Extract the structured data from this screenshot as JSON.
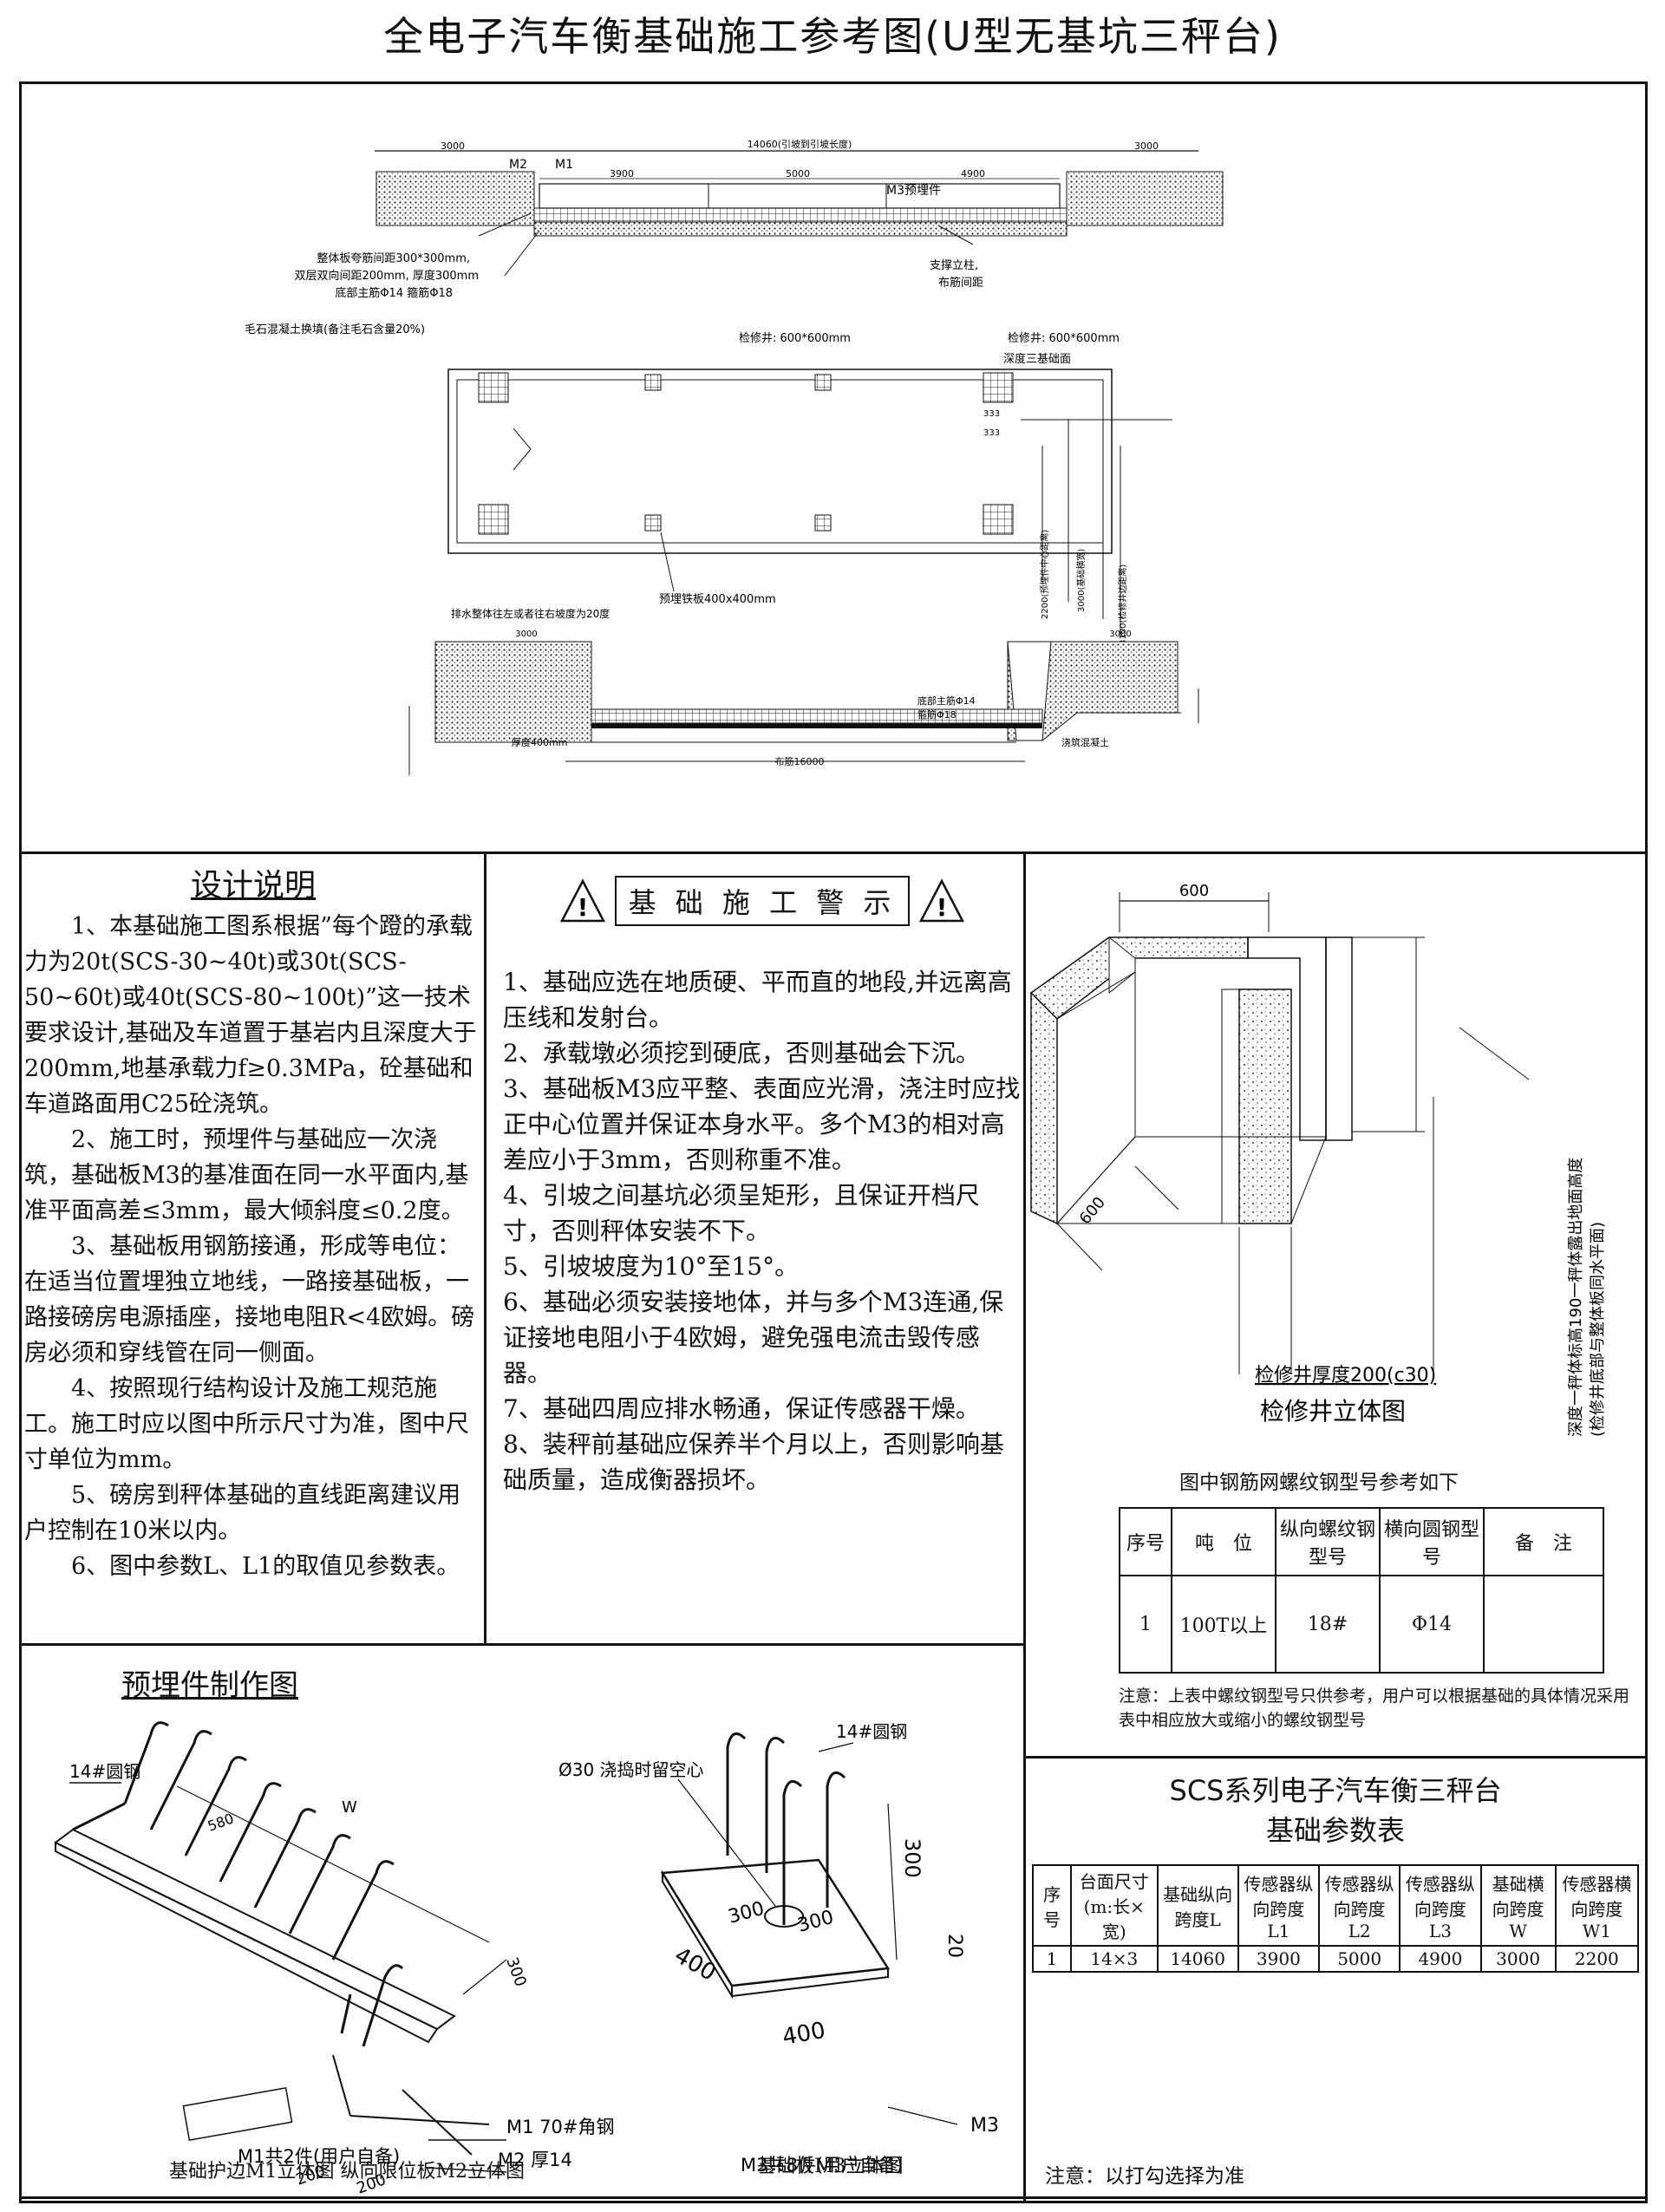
{
  "title": "全电子汽车衡基础施工参考图(U型无基坑三秤台)",
  "top_drawing": {
    "dims": {
      "left": "3000",
      "total": "14060(引坡到引坡长度)",
      "right": "3000",
      "s1": "3900",
      "s2": "5000",
      "s3": "4900"
    },
    "m1": "M1",
    "m2": "M2",
    "m3": "M3预埋件",
    "rebar_note_1": "整体板夸筋间距300*300mm,",
    "rebar_note_2": "双层双向间距200mm, 厚度300mm",
    "rebar_note_3": "底部主筋Φ14 箍筋Φ18",
    "support_note_1": "支撑立柱,",
    "support_note_2": "布筋间距",
    "rubble_note": "毛石混凝土换填(备注毛石含量20%)",
    "inspection_left": "检修井: 600*600mm",
    "inspection_right": "检修井: 600*600mm",
    "depth_note": "深度三基础面",
    "embed_plate": "预埋铁板400x400mm",
    "vert1": "2200(预埋件中心距离)",
    "vert2": "3000(基础横宽)",
    "vert3": "3100(检修井边距离)",
    "small_333a": "333",
    "small_333b": "333",
    "drain_note": "排水整体往左或者往右坡度为20度",
    "left_3000": "3000",
    "right_3000": "3000",
    "bottom_rebar_1": "底部主筋Φ14",
    "bottom_rebar_2": "箍筋Φ18",
    "thickness": "厚度400mm",
    "rebar_16000": "布筋16000",
    "concrete": "浇筑混凝土"
  },
  "design_notes": {
    "heading": "设计说明",
    "paragraphs": [
      "1、本基础施工图系根据”每个蹬的承载力为20t(SCS-30~40t)或30t(SCS-50~60t)或40t(SCS-80~100t)”这一技术要求设计,基础及车道置于基岩内且深度大于200mm,地基承载力f≥0.3MPa，砼基础和车道路面用C25砼浇筑。",
      "2、施工时，预埋件与基础应一次浇筑，基础板M3的基准面在同一水平面内,基准平面高差≤3mm，最大倾斜度≤0.2度。",
      "3、基础板用钢筋接通，形成等电位：在适当位置埋独立地线，一路接基础板，一路接磅房电源插座，接地电阻R<4欧姆。磅房必须和穿线管在同一侧面。",
      "4、按照现行结构设计及施工规范施工。施工时应以图中所示尺寸为准，图中尺寸单位为mm。",
      "5、磅房到秤体基础的直线距离建议用户控制在10米以内。",
      "6、图中参数L、L1的取值见参数表。"
    ]
  },
  "warnings": {
    "heading": "基 础 施 工 警 示",
    "items": [
      "1、基础应选在地质硬、平而直的地段,并远离高压线和发射台。",
      "2、承载墩必须挖到硬底，否则基础会下沉。",
      "3、基础板M3应平整、表面应光滑，浇注时应找正中心位置并保证本身水平。多个M3的相对高差应小于3mm，否则称重不准。",
      "4、引坡之间基坑必须呈矩形，且保证开档尺寸，否则秤体安装不下。",
      "5、引坡坡度为10°至15°。",
      "6、基础必须安装接地体，并与多个M3连通,保证接地电阻小于4欧姆，避免强电流击毁传感器。",
      "7、基础四周应排水畅通，保证传感器干燥。",
      "8、装秤前基础应保养半个月以上，否则影响基础质量，造成衡器损坏。"
    ]
  },
  "well": {
    "dim_top": "600",
    "dim_side": "600",
    "side_text_1": "深度一秤体标高190一秤体露出地面高度",
    "side_text_2": "(检修井底部与整体板同水平面)",
    "thickness_label": "检修井厚度200(c30)",
    "caption": "检修井立体图"
  },
  "rebar_table": {
    "title": "图中钢筋网螺纹钢型号参考如下",
    "headers": [
      "序号",
      "吨　位",
      "纵向螺纹钢型号",
      "横向圆钢型号",
      "备　注"
    ],
    "row": [
      "1",
      "100T以上",
      "18#",
      "Φ14",
      ""
    ],
    "note": "注意：上表中螺纹钢型号只供参考，用户可以根据基础的具体情况采用表中相应放大或缩小的螺纹钢型号"
  },
  "params": {
    "title_1": "SCS系列电子汽车衡三秤台",
    "title_2": "基础参数表",
    "headers": [
      "序号",
      "台面尺寸(m:长×宽)",
      "基础纵向跨度L",
      "传感器纵向跨度L1",
      "传感器纵向跨度L2",
      "传感器纵向跨度L3",
      "基础横向跨度W",
      "传感器横向跨度W1"
    ],
    "row": [
      "1",
      "14×3",
      "14060",
      "3900",
      "5000",
      "4900",
      "3000",
      "2200"
    ],
    "footer": "注意：以打勾选择为准"
  },
  "embed": {
    "heading": "预埋件制作图",
    "m1_rod": "14#圆钢",
    "w": "W",
    "d580": "580",
    "d300": "300",
    "d200a": "200",
    "d200b": "200",
    "m1_label": "M1  70#角钢",
    "m2_label": "M2  厚14",
    "m1_count": "M1共2件(用户自备)",
    "m1_caption": "基础护边M1立体图  纵向限位板M2立体图",
    "hole": "Ø30 浇捣时留空心",
    "m3_rod": "14#圆钢",
    "m3_300a": "300",
    "m3_300b": "300",
    "m3_300c": "300",
    "m3_400a": "400",
    "m3_400b": "400",
    "m3_20": "20",
    "m3_tag": "M3",
    "m3_count": "M3共8件(用户自备)",
    "m3_caption": "基础板M3立体图"
  }
}
